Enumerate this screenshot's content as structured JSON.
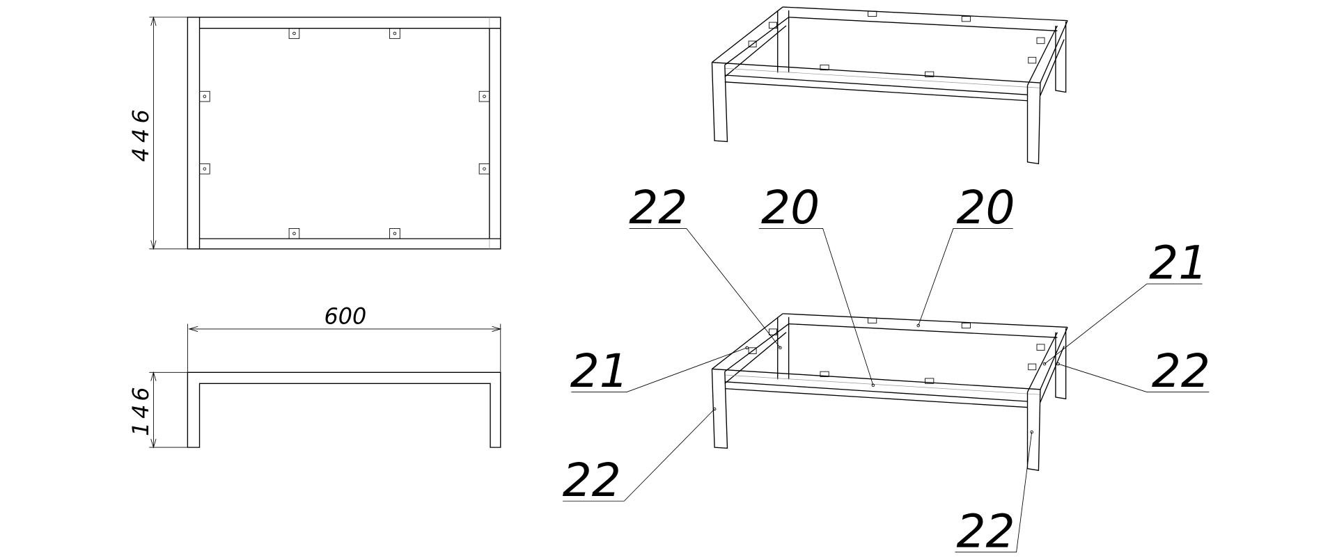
{
  "drawing": {
    "top_view": {
      "dimension_height": "446"
    },
    "side_view": {
      "dimension_width": "600",
      "dimension_height": "146"
    },
    "callouts": [
      {
        "label": "22"
      },
      {
        "label": "20"
      },
      {
        "label": "20"
      },
      {
        "label": "21"
      },
      {
        "label": "21"
      },
      {
        "label": "22"
      },
      {
        "label": "22"
      },
      {
        "label": "22"
      }
    ]
  }
}
